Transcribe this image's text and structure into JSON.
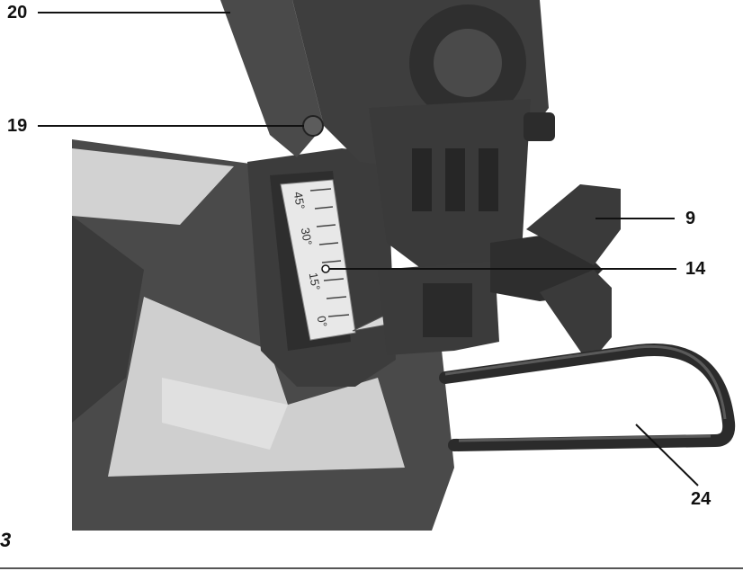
{
  "figure": {
    "number": "3"
  },
  "callouts": [
    {
      "label": "20"
    },
    {
      "label": "19"
    },
    {
      "label": "9"
    },
    {
      "label": "14"
    },
    {
      "label": "24"
    }
  ],
  "bevel_scale": {
    "marks": [
      "45°",
      "30°",
      "15°",
      "0°"
    ]
  },
  "colors": {
    "body_dark": "#3a3a3a",
    "body_mid": "#5a5a5a",
    "guard_light": "#cfcfcf",
    "scale_plate": "#e8e8e8",
    "leader_line": "#111111"
  }
}
